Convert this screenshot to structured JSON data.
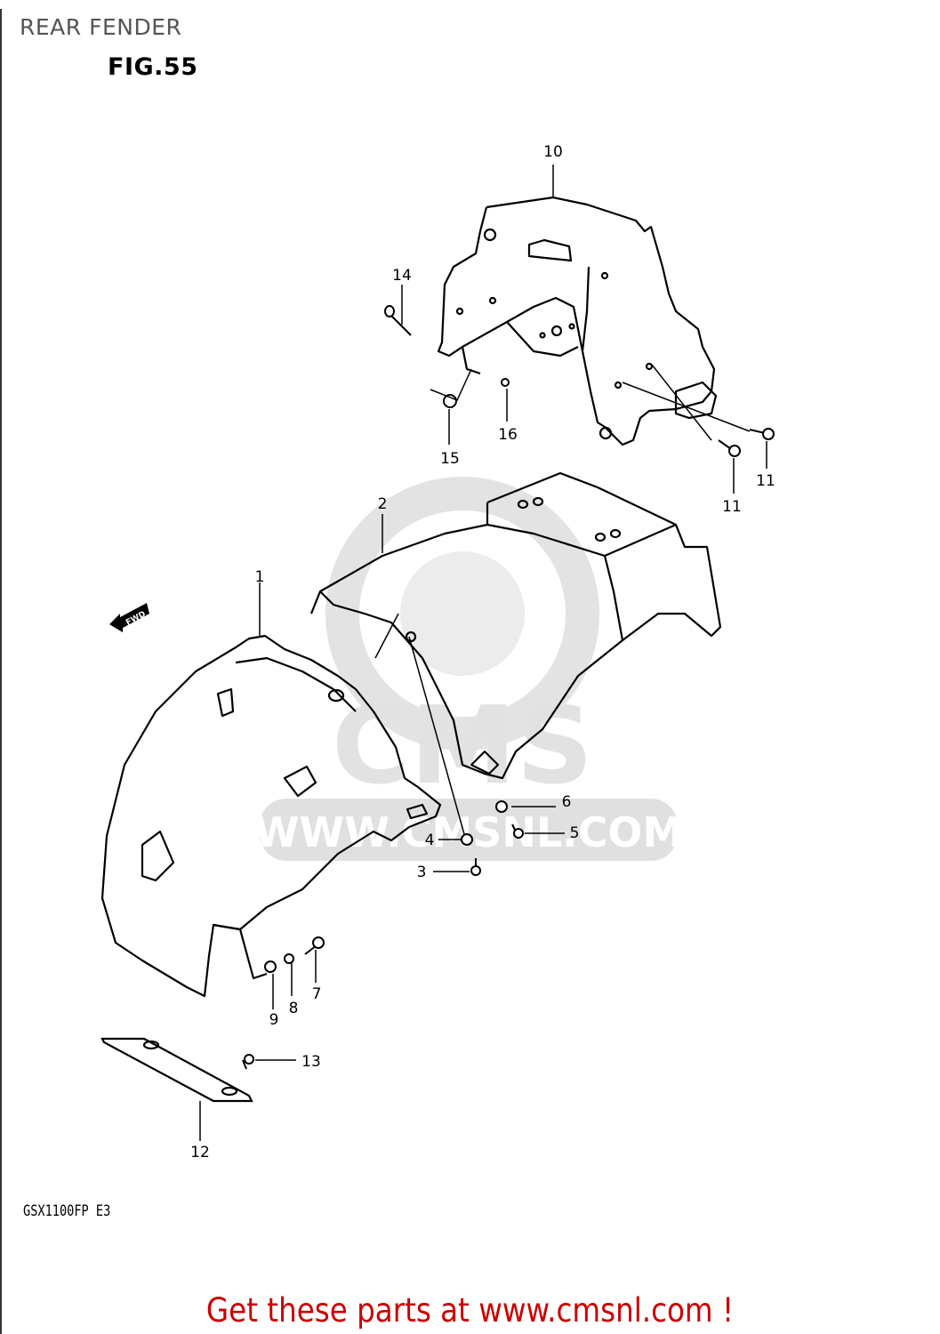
{
  "header": {
    "title": "REAR FENDER",
    "figure": "FIG.55"
  },
  "diagram": {
    "direction_indicator": "FWD",
    "watermark": {
      "logo": "CMS",
      "url": "WWW.CMSNL.COM",
      "color": "#d9d9d9"
    },
    "callouts": [
      {
        "id": "1",
        "label": "1"
      },
      {
        "id": "2",
        "label": "2"
      },
      {
        "id": "3",
        "label": "3"
      },
      {
        "id": "4",
        "label": "4"
      },
      {
        "id": "5",
        "label": "5"
      },
      {
        "id": "6",
        "label": "6"
      },
      {
        "id": "7",
        "label": "7"
      },
      {
        "id": "8",
        "label": "8"
      },
      {
        "id": "9",
        "label": "9"
      },
      {
        "id": "10",
        "label": "10"
      },
      {
        "id": "11a",
        "label": "11"
      },
      {
        "id": "11b",
        "label": "11"
      },
      {
        "id": "12",
        "label": "12"
      },
      {
        "id": "13",
        "label": "13"
      },
      {
        "id": "14",
        "label": "14"
      },
      {
        "id": "15",
        "label": "15"
      },
      {
        "id": "16",
        "label": "16"
      }
    ]
  },
  "footer": {
    "model": "GSX1100FP  E3",
    "promo": "Get these parts at www.cmsnl.com !",
    "promo_color": "#cc0000"
  }
}
